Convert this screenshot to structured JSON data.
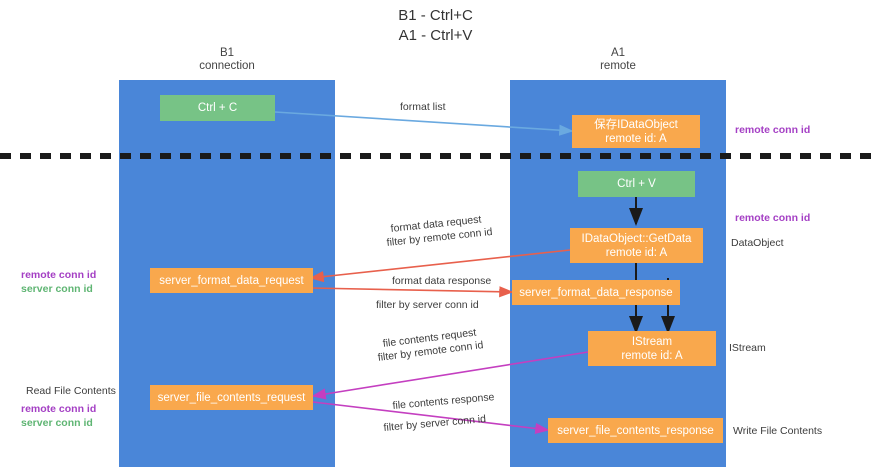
{
  "title": "B1 - Ctrl+C\nA1 - Ctrl+V",
  "lanes": {
    "left": {
      "header": "B1\nconnection",
      "color": "#4a86d8"
    },
    "right": {
      "header": "A1\nremote",
      "color": "#4a86d8"
    }
  },
  "colors": {
    "lane": "#4a86d8",
    "green_node": "#77c386",
    "orange_node": "#f9a84d",
    "purple_text": "#a43fc4",
    "green_text": "#5fb573",
    "magenta_text": "#b03ab8",
    "blue_arrow": "#6aa9e0",
    "red_arrow": "#e8604c",
    "magenta_arrow": "#c43fc0",
    "black_arrow": "#1a1a1a",
    "dashed_divider": "#1a1a1a"
  },
  "nodes": {
    "ctrl_c": "Ctrl + C",
    "save_idataobject": "保存IDataObject\nremote id: A",
    "ctrl_v": "Ctrl + V",
    "idataobject_getdata": "IDataObject::GetData\nremote id: A",
    "server_format_data_request": "server_format_data_request",
    "server_format_data_response": "server_format_data_response",
    "istream": "IStream\nremote id: A",
    "server_file_contents_request": "server_file_contents_request",
    "server_file_contents_response": "server_file_contents_response"
  },
  "edge_labels": {
    "format_list": "format list",
    "format_data_request": "format data request",
    "format_data_request_filter_prefix": "filter by ",
    "format_data_request_filter_value": "remote conn id",
    "format_data_response": "format data response",
    "format_data_response_filter_prefix": "filter by ",
    "format_data_response_filter_value": "server conn id",
    "file_contents_request": "file contents request",
    "file_contents_request_filter_prefix": "filter by ",
    "file_contents_request_filter_value": "remote conn id",
    "file_contents_response": "file contents response",
    "file_contents_response_filter_prefix": "filter by ",
    "file_contents_response_filter_value": "server conn id"
  },
  "side_labels": {
    "right_remote_conn_id_top": "remote conn id",
    "right_remote_conn_id_mid": "remote conn id",
    "right_dataobject": "DataObject",
    "right_istream": "IStream",
    "right_write_file_contents": "Write File Contents",
    "left_remote_conn_id": "remote conn id",
    "left_server_conn_id": "server conn id",
    "left_read_file_contents": "Read File Contents",
    "left_remote_conn_id_2": "remote conn id",
    "left_server_conn_id_2": "server conn id"
  }
}
